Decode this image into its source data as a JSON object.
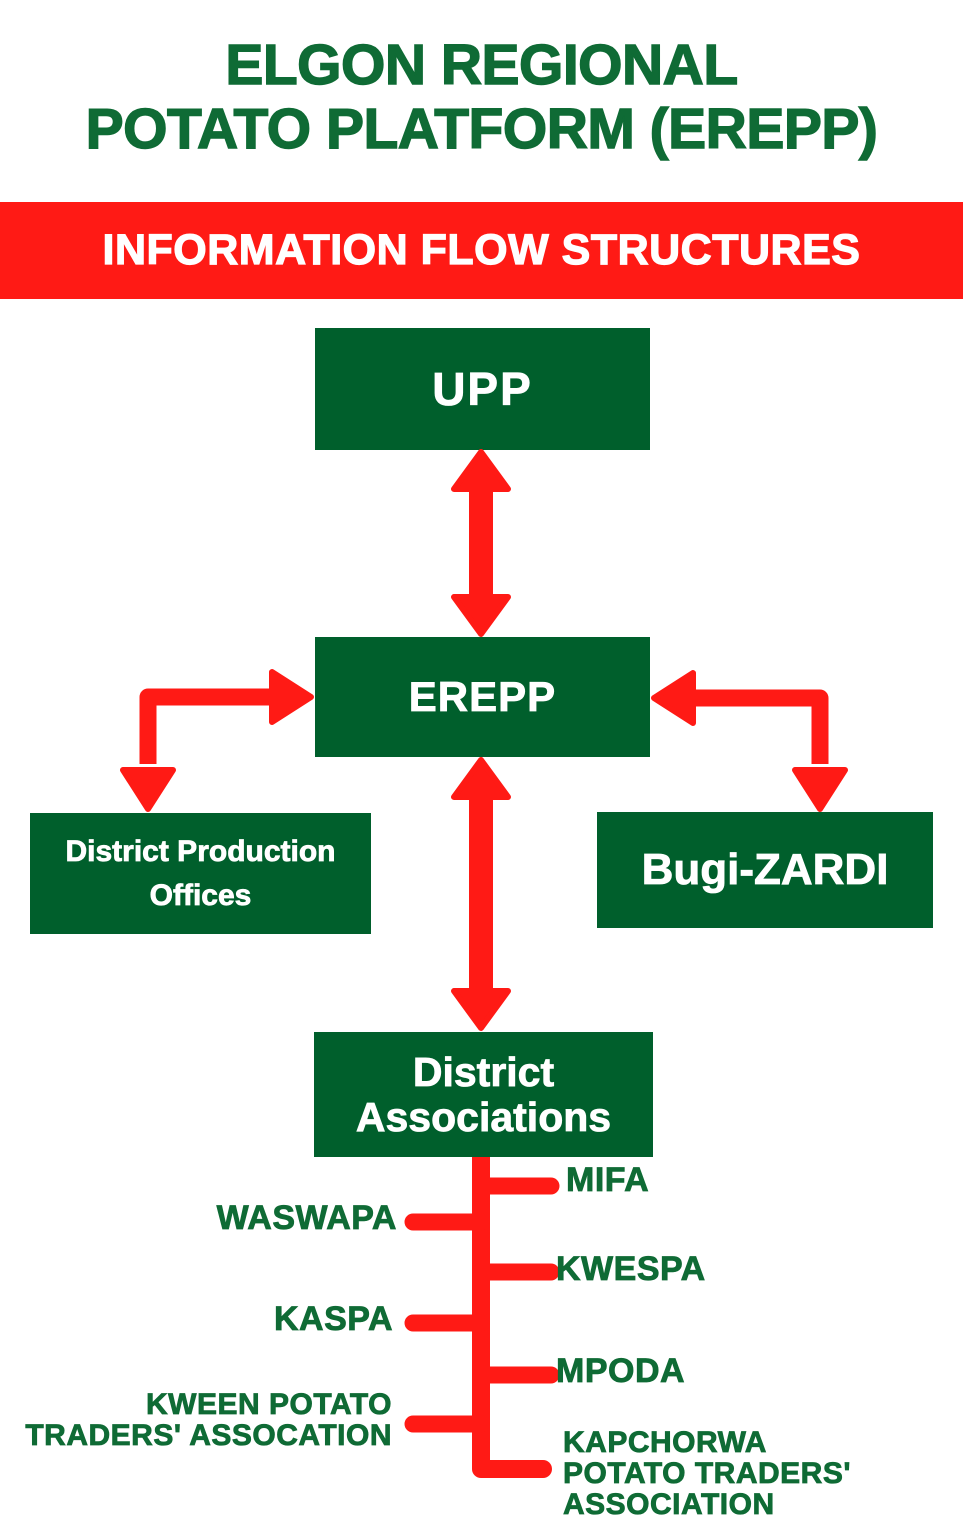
{
  "title": {
    "text": "ELGON REGIONAL\nPOTATO PLATFORM (EREPP)"
  },
  "banner": {
    "label": "INFORMATION FLOW STRUCTURES"
  },
  "nodes": {
    "upp": "UPP",
    "erepp": "EREPP",
    "district_production_offices": "District Production\nOffices",
    "bugi_zardi": "Bugi-ZARDI",
    "district_associations": "District\nAssociations"
  },
  "associations": {
    "mifa": "MIFA",
    "waswapa": "WASWAPA",
    "kwespa": "KWESPA",
    "kaspa": "KASPA",
    "mpoda": "MPODA",
    "kween": "KWEEN POTATO\nTRADERS' ASSOCATION",
    "kapchorwa": "KAPCHORWA\nPOTATO TRADERS'\nASSOCIATION"
  },
  "colors": {
    "box_green": "#005f2c",
    "text_green": "#0f6b35",
    "arrow_red": "#ff1a15",
    "banner_red": "#ff1a15",
    "box_text": "#ffffff"
  }
}
